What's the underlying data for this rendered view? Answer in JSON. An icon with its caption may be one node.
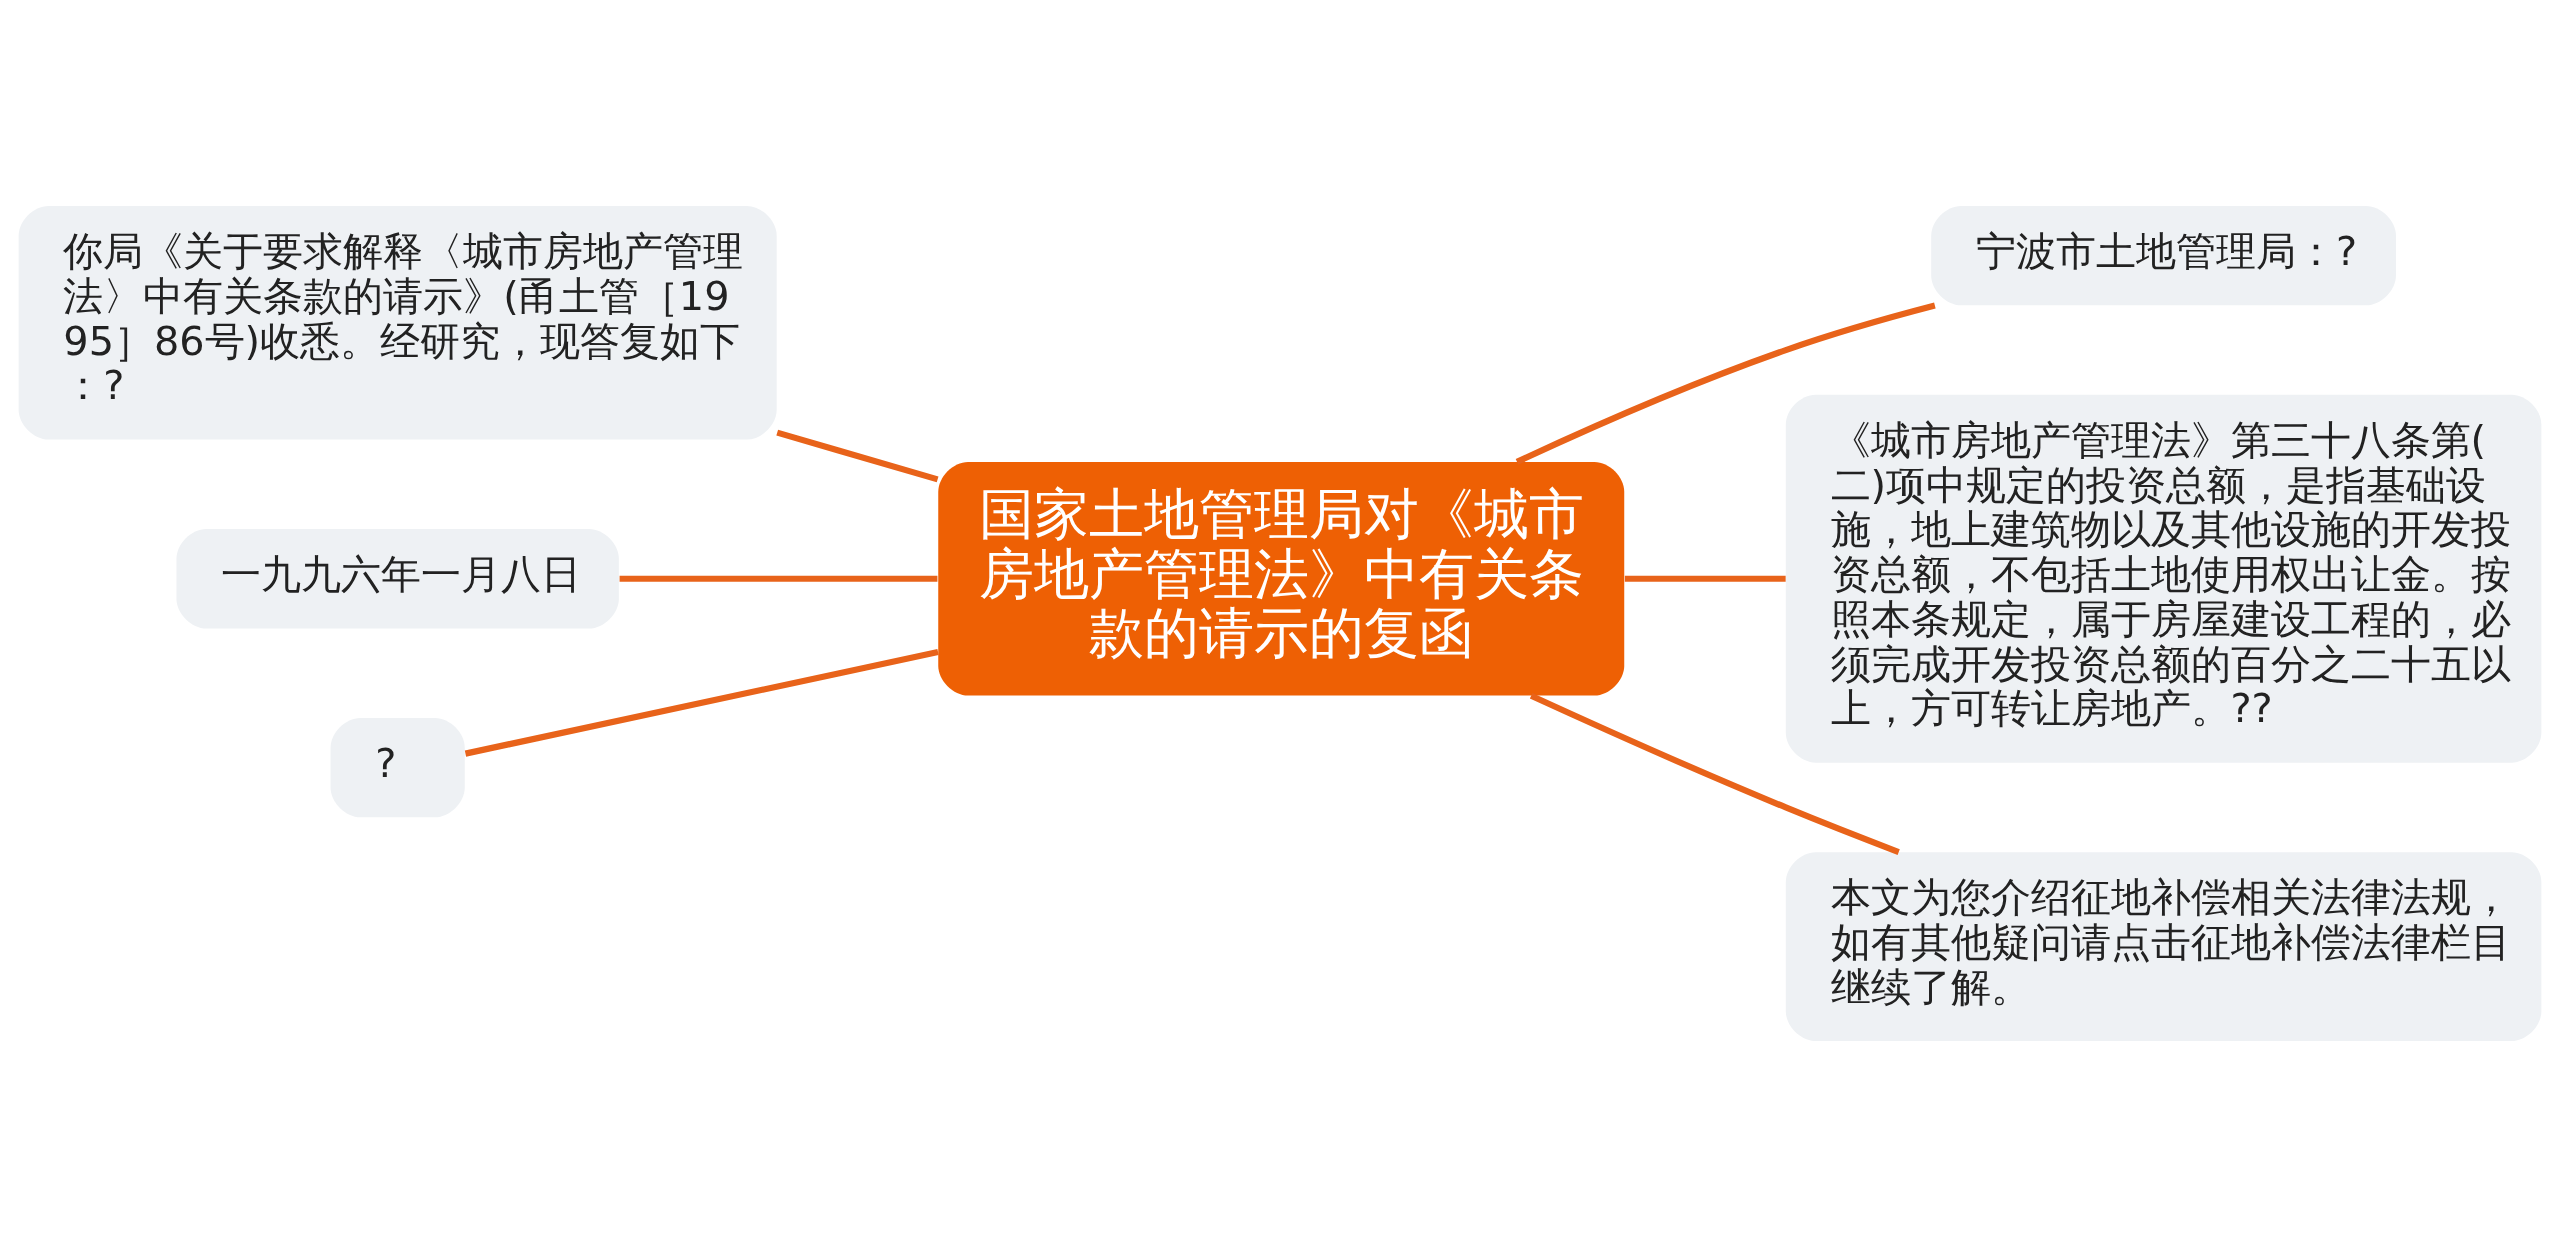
{
  "diagram": {
    "nodes": [
      {
        "text": [
          "国家土地管理局对《城市房地产管理法》中有关条款的请示的复函"
        ]
      },
      {
        "text": [
          "你局《关于要求解释〈城市房地产管理法〉中有关条款的请示》(甬土管［1995］86号)收悉。经研究，现答复如下：?"
        ]
      },
      {
        "text": [
          "一九九六年一月八日"
        ]
      },
      {
        "text": [
          "?"
        ]
      },
      {
        "text": [
          "宁波市土地管理局：?"
        ]
      },
      {
        "text": [
          "《城市房地产管理法》第三十八条第(二)项中规定的投资总额，是指基础设施，地上建筑物以及其他设施的开发投资总额，不包括土地使用权出让金。按照本条规定，属于房屋建设工程的，必须完成开发投资总额的百分之二十五以上，方可转让房地产。??"
        ]
      },
      {
        "text": [
          "本文为您介绍征地补偿相关法律法规，如有其他疑问请点击征地补偿法律栏目继续了解。"
        ]
      }
    ],
    "edges": [
      {
        "from": 0,
        "to": 1,
        "arrow": "none"
      },
      {
        "from": 0,
        "to": 2,
        "arrow": "none"
      },
      {
        "from": 0,
        "to": 3,
        "arrow": "none"
      },
      {
        "from": 0,
        "to": 4,
        "arrow": "none"
      },
      {
        "from": 0,
        "to": 5,
        "arrow": "none"
      },
      {
        "from": 0,
        "to": 6,
        "arrow": "none"
      }
    ]
  }
}
